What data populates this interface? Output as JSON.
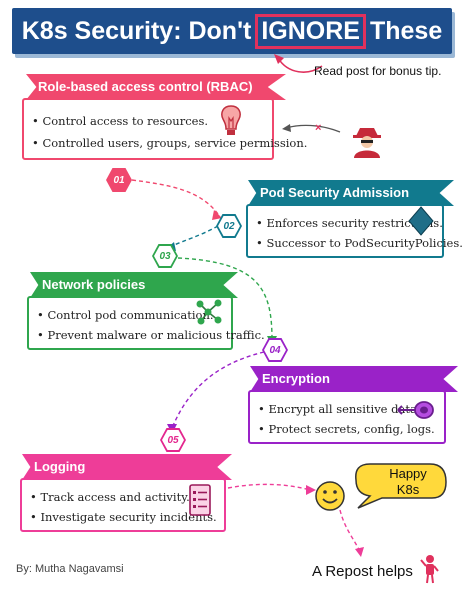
{
  "title": {
    "part1": "K8s Security: Don't",
    "highlight": "IGNORE",
    "part2": "These"
  },
  "note": "Read post for bonus tip.",
  "sections": [
    {
      "label": "Role-based access control (RBAC)",
      "color": "#f0486e",
      "items": [
        "Control access to resources.",
        "Controlled users, groups, service permission."
      ],
      "icon": "lightbulb-icon"
    },
    {
      "label": "Pod Security Admission",
      "color": "#117a8e",
      "items": [
        "Enforces security restrictions.",
        "Successor to PodSecurityPolicies."
      ],
      "icon": "diamond-icon"
    },
    {
      "label": "Network policies",
      "color": "#2fa64d",
      "items": [
        "Control pod communication.",
        "Prevent malware or malicious traffic."
      ],
      "icon": "network-icon"
    },
    {
      "label": "Encryption",
      "color": "#9a22c8",
      "items": [
        "Encrypt all sensitive data.",
        "Protect secrets, config, logs."
      ],
      "icon": "key-icon"
    },
    {
      "label": "Logging",
      "color": "#ee3d98",
      "items": [
        "Track access and activity.",
        "Investigate security incidents."
      ],
      "icon": "checklist-icon"
    }
  ],
  "steps": [
    "01",
    "02",
    "03",
    "04",
    "05"
  ],
  "bubble": {
    "line1": "Happy",
    "line2": "K8s"
  },
  "author": "By: Mutha Nagavamsi",
  "repost": "A Repost helps"
}
